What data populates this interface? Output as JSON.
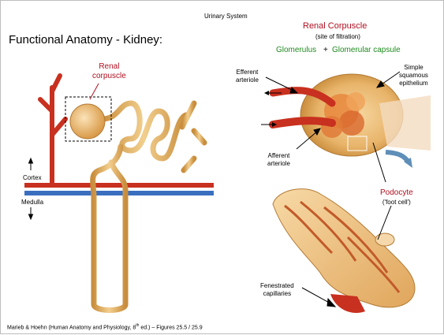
{
  "header": "Urinary System",
  "title": "Functional Anatomy - Kidney:",
  "left_labels": {
    "renal_corpuscle_line1": "Renal",
    "renal_corpuscle_line2": "corpuscle",
    "cortex": "Cortex",
    "medulla": "Medulla"
  },
  "right_labels": {
    "renal_corpuscle_title": "Renal Corpuscle",
    "site": "(site of filtration)",
    "glomerulus": "Glomerulus",
    "plus": "+",
    "capsule": "Glomerular capsule",
    "efferent_line1": "Efferent",
    "efferent_line2": "arteriole",
    "afferent_line1": "Afferent",
    "afferent_line2": "arteriole",
    "simple_line1": "Simple",
    "simple_line2": "squamous",
    "simple_line3": "epithelium",
    "podocyte": "Podocyte",
    "foot_cell": "('foot cell')",
    "fenestrated_line1": "Fenestrated",
    "fenestrated_line2": "capillaries"
  },
  "footer": {
    "before_sup": "Marieb & Hoehn (Human Anatomy and Physiology, 8",
    "sup": "th",
    "after_sup": " ed.) – Figures 25.5 / 25.9"
  },
  "colors": {
    "accent_red": "#b01020",
    "accent_green": "#1f8a1f",
    "tubule": "#e2b56a",
    "artery": "#c8301f",
    "vein": "#3a6fc0"
  }
}
